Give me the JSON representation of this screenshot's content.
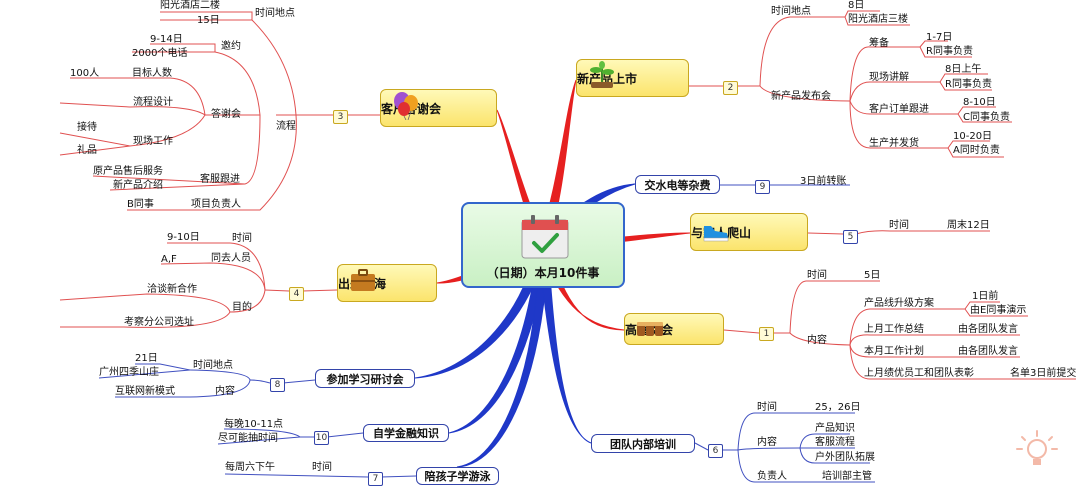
{
  "center": {
    "title": "（日期）本月10件事"
  },
  "colors": {
    "red_branch": "#e62020",
    "blue_branch": "#1f38c8",
    "thin_red": "#e05050",
    "thin_blue": "#4050c0",
    "center_border": "#3366cc",
    "topic_yellow": "#fbe46c"
  },
  "branches": {
    "b1": {
      "badge": "1",
      "label": "高管例会",
      "icon": "meeting-chairs-icon",
      "time_label": "时间",
      "time_value": "5日",
      "content_label": "内容",
      "items": [
        {
          "label": "产品线升级方案",
          "sub": [
            "1日前",
            "由E同事演示"
          ]
        },
        {
          "label": "上月工作总结",
          "value": "由各团队发言"
        },
        {
          "label": "本月工作计划",
          "value": "由各团队发言"
        },
        {
          "label": "上月绩优员工和团队表彰",
          "value": "名单3日前提交"
        }
      ]
    },
    "b2": {
      "badge": "2",
      "label": "新产品上市",
      "icon": "sprout-icon",
      "time_label": "时间地点",
      "time_values": [
        "8日",
        "阳光酒店三楼"
      ],
      "launch_label": "新产品发布会",
      "items": [
        {
          "label": "筹备",
          "sub": [
            "1-7日",
            "R同事负责"
          ]
        },
        {
          "label": "现场讲解",
          "sub": [
            "8日上午",
            "R同事负责"
          ]
        },
        {
          "label": "客户订单跟进",
          "sub": [
            "8-10日",
            "C同事负责"
          ]
        },
        {
          "label": "生产并发货",
          "sub": [
            "10-20日",
            "A同时负责"
          ]
        }
      ]
    },
    "b3": {
      "badge": "3",
      "label": "客户答谢会",
      "icon": "balloons-icon",
      "time_label": "时间地点",
      "time_values": [
        "阳光酒店二楼",
        "15日"
      ],
      "process_label": "流程",
      "invite_label": "邀约",
      "invite_values": [
        "9-14日",
        "2000个电话"
      ],
      "thanks_label": "答谢会",
      "target_label": "目标人数",
      "target_value": "100人",
      "flow_label": "流程设计",
      "site_label": "现场工作",
      "site_values": [
        "接待",
        "礼品"
      ],
      "follow_label": "客服跟进",
      "follow_values": [
        "原产品售后服务",
        "新产品介绍"
      ],
      "owner_label": "项目负责人",
      "owner_value": "B同事"
    },
    "b4": {
      "badge": "4",
      "label": "出差上海",
      "icon": "briefcase-icon",
      "time_label": "时间",
      "time_value": "9-10日",
      "people_label": "同去人员",
      "people_value": "A,F",
      "goal_label": "目的",
      "goal_values": [
        "洽谈新合作",
        "考察分公司选址"
      ]
    },
    "b5": {
      "badge": "5",
      "label": "与家人爬山",
      "icon": "sneaker-icon",
      "time_label": "时间",
      "time_value": "周末12日"
    },
    "b6": {
      "badge": "6",
      "label": "团队内部培训",
      "time_label": "时间",
      "time_value": "25，26日",
      "content_label": "内容",
      "content_values": [
        "产品知识",
        "客服流程",
        "户外团队拓展"
      ],
      "owner_label": "负责人",
      "owner_value": "培训部主管"
    },
    "b7": {
      "badge": "7",
      "label": "陪孩子学游泳",
      "time_label": "时间",
      "time_value": "每周六下午"
    },
    "b8": {
      "badge": "8",
      "label": "参加学习研讨会",
      "place_label": "时间地点",
      "place_values": [
        "21日",
        "广州四季山庄"
      ],
      "content_label": "内容",
      "content_value": "互联网新模式"
    },
    "b9": {
      "badge": "9",
      "label": "交水电等杂费",
      "value": "3日前转账"
    },
    "b10": {
      "badge": "10",
      "label": "自学金融知识",
      "values": [
        "每晚10-11点",
        "尽可能抽时间"
      ]
    }
  }
}
